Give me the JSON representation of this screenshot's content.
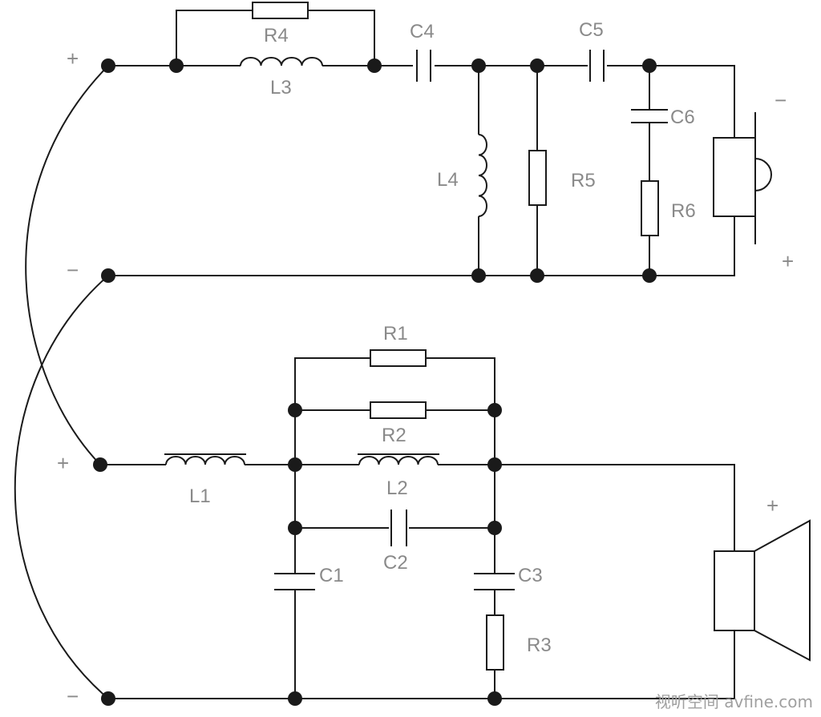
{
  "labels": {
    "R1": "R1",
    "R2": "R2",
    "R3": "R3",
    "R4": "R4",
    "R5": "R5",
    "R6": "R6",
    "L1": "L1",
    "L2": "L2",
    "L3": "L3",
    "L4": "L4",
    "C1": "C1",
    "C2": "C2",
    "C3": "C3",
    "C4": "C4",
    "C5": "C5",
    "C6": "C6"
  },
  "polarity": {
    "plus": "+",
    "minus": "−"
  },
  "watermark": "视听空间 avfine.com"
}
